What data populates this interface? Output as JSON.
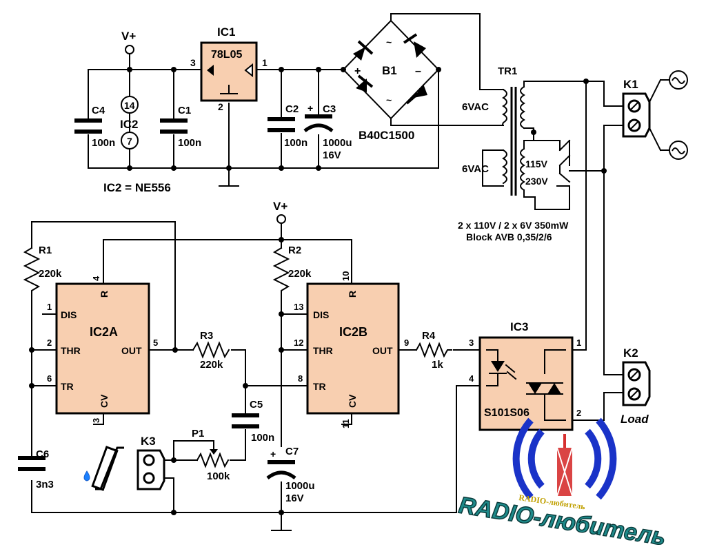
{
  "supply": {
    "vplus_top": "V+",
    "vplus_mid": "V+"
  },
  "ic1": {
    "name": "IC1",
    "part": "78L05",
    "pin_in": "3",
    "pin_out": "1",
    "pin_gnd": "2"
  },
  "ic2_note": {
    "text": "IC2 = NE556",
    "label": "IC2",
    "pin_top": "14",
    "pin_bot": "7"
  },
  "c4": {
    "name": "C4",
    "value": "100n"
  },
  "c1": {
    "name": "C1",
    "value": "100n"
  },
  "c2": {
    "name": "C2",
    "value": "100n"
  },
  "c3": {
    "name": "C3",
    "value": "1000u",
    "voltage": "16V",
    "plus": "+"
  },
  "b1": {
    "name": "B1",
    "part": "B40C1500",
    "plus": "+",
    "minus": "–",
    "tilde": "~"
  },
  "tr1": {
    "name": "TR1",
    "sec1": "6VAC",
    "sec2": "6VAC",
    "tap115": "115V",
    "tap230": "230V",
    "spec1": "2 x 110V / 2 x 6V  350mW",
    "spec2": "Block AVB 0,35/2/6"
  },
  "k1": {
    "name": "K1"
  },
  "k2": {
    "name": "K2",
    "label": "Load"
  },
  "k3": {
    "name": "K3"
  },
  "r1": {
    "name": "R1",
    "value": "220k"
  },
  "r2": {
    "name": "R2",
    "value": "220k"
  },
  "r3": {
    "name": "R3",
    "value": "220k"
  },
  "r4": {
    "name": "R4",
    "value": "1k"
  },
  "c5": {
    "name": "C5",
    "value": "100n"
  },
  "c6": {
    "name": "C6",
    "value": "3n3"
  },
  "c7": {
    "name": "C7",
    "value": "1000u",
    "voltage": "16V",
    "plus": "+"
  },
  "p1": {
    "name": "P1",
    "value": "100k"
  },
  "ic2a": {
    "name": "IC2A",
    "dis": "DIS",
    "thr": "THR",
    "tr": "TR",
    "out": "OUT",
    "cv": "CV",
    "r": "R",
    "p1": "1",
    "p2": "2",
    "p6": "6",
    "p5": "5",
    "p3": "3",
    "p4": "4"
  },
  "ic2b": {
    "name": "IC2B",
    "dis": "DIS",
    "thr": "THR",
    "tr": "TR",
    "out": "OUT",
    "cv": "CV",
    "r": "R",
    "p13": "13",
    "p12": "12",
    "p8": "8",
    "p9": "9",
    "p11": "11",
    "p10": "10"
  },
  "ic3": {
    "name": "IC3",
    "part": "S101S06",
    "p1": "1",
    "p2": "2",
    "p3": "3",
    "p4": "4"
  },
  "logo": {
    "line1": "RADIO-любитель",
    "line2": "RADIO-любитель"
  },
  "colors": {
    "ic_fill": "#f8cfb0",
    "logo_blue": "#1a33c8",
    "logo_teal": "#1e8a8a",
    "wire": "#000000"
  }
}
